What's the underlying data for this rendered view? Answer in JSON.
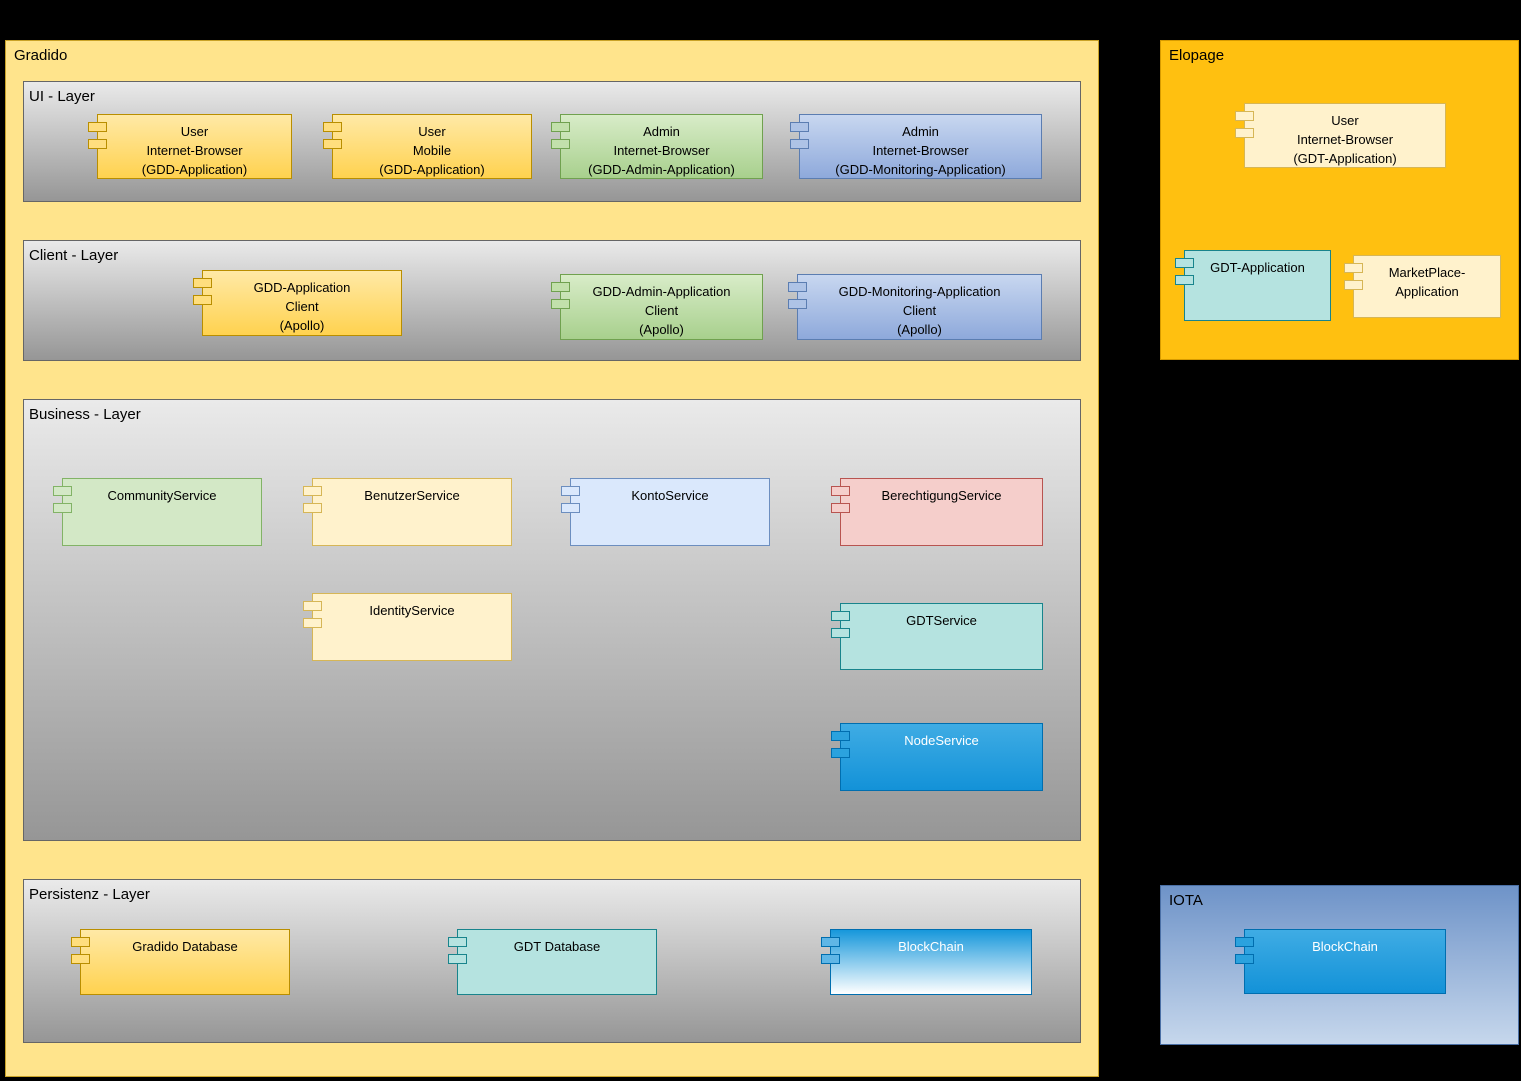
{
  "palette": {
    "background": "#000000",
    "gradido_fill": "#FFE48C",
    "elopage_fill": "#FFC010",
    "iota_gradient": [
      "#6E93C8",
      "#C6D7EC"
    ],
    "layer_gradient": [
      "#EAEAEA",
      "#969696"
    ],
    "yellow": "#FFD966",
    "light_yellow": "#FFF2CC",
    "green": "#A8D08D",
    "light_green": "#D3E8C6",
    "blue": "#8EA9DB",
    "light_blue": "#DAE8FC",
    "pink": "#F5CECB",
    "teal": "#B5E3E0",
    "bright_blue": "#1392D8"
  },
  "icons": {
    "component_tab": "uml-component-tab-icon"
  },
  "gradido": {
    "label": "Gradido",
    "ui_layer": {
      "label": "UI - Layer",
      "components": [
        {
          "label": "User\nInternet-Browser\n(GDD-Application)"
        },
        {
          "label": "User\nMobile\n(GDD-Application)"
        },
        {
          "label": "Admin\nInternet-Browser\n(GDD-Admin-Application)"
        },
        {
          "label": "Admin\nInternet-Browser\n(GDD-Monitoring-Application)"
        }
      ]
    },
    "client_layer": {
      "label": "Client - Layer",
      "components": [
        {
          "label": "GDD-Application\nClient\n(Apollo)"
        },
        {
          "label": "GDD-Admin-Application\nClient\n(Apollo)"
        },
        {
          "label": "GDD-Monitoring-Application\nClient\n(Apollo)"
        }
      ]
    },
    "business_layer": {
      "label": "Business - Layer",
      "components": [
        {
          "label": "CommunityService"
        },
        {
          "label": "BenutzerService"
        },
        {
          "label": "KontoService"
        },
        {
          "label": "BerechtigungService"
        },
        {
          "label": "IdentityService"
        },
        {
          "label": "GDTService"
        },
        {
          "label": "NodeService"
        }
      ]
    },
    "persistenz_layer": {
      "label": "Persistenz - Layer",
      "components": [
        {
          "label": "Gradido Database"
        },
        {
          "label": "GDT Database"
        },
        {
          "label": "BlockChain"
        }
      ]
    }
  },
  "elopage": {
    "label": "Elopage",
    "components": [
      {
        "label": "User\nInternet-Browser\n(GDT-Application)"
      },
      {
        "label": "GDT-Application"
      },
      {
        "label": "MarketPlace-\nApplication"
      }
    ]
  },
  "iota": {
    "label": "IOTA",
    "components": [
      {
        "label": "BlockChain"
      }
    ]
  }
}
